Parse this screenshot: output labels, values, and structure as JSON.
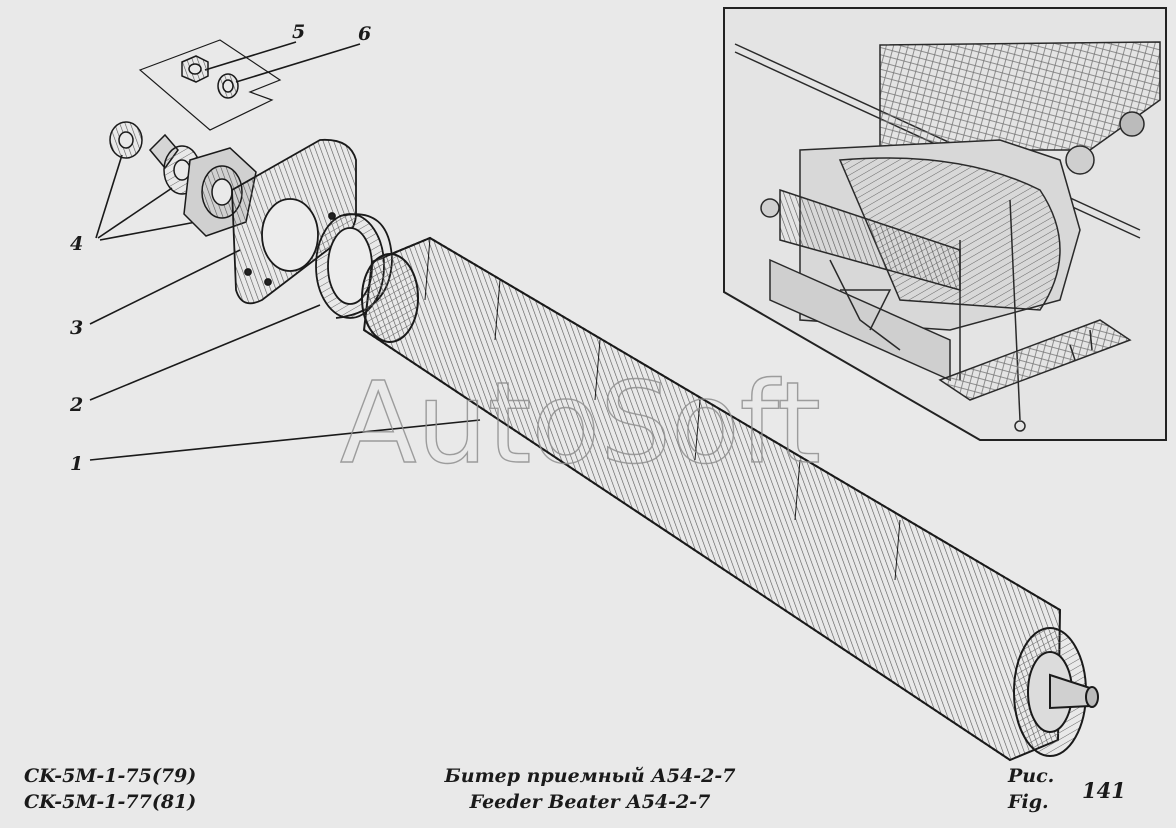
{
  "callouts": [
    {
      "id": "1",
      "text": "1"
    },
    {
      "id": "2",
      "text": "2"
    },
    {
      "id": "3",
      "text": "3"
    },
    {
      "id": "4",
      "text": "4"
    },
    {
      "id": "5",
      "text": "5"
    },
    {
      "id": "6",
      "text": "6"
    }
  ],
  "watermark": "AutoSoft",
  "footer": {
    "models": [
      "CK-5M-1-75(79)",
      "CK-5M-1-77(81)"
    ],
    "title_ru": "Битер приемный А54-2-7",
    "title_en": "Feeder Beater  А54-2-7",
    "fig_ru": "Рис.",
    "fig_en": "Fig.",
    "fig_number": "141"
  }
}
